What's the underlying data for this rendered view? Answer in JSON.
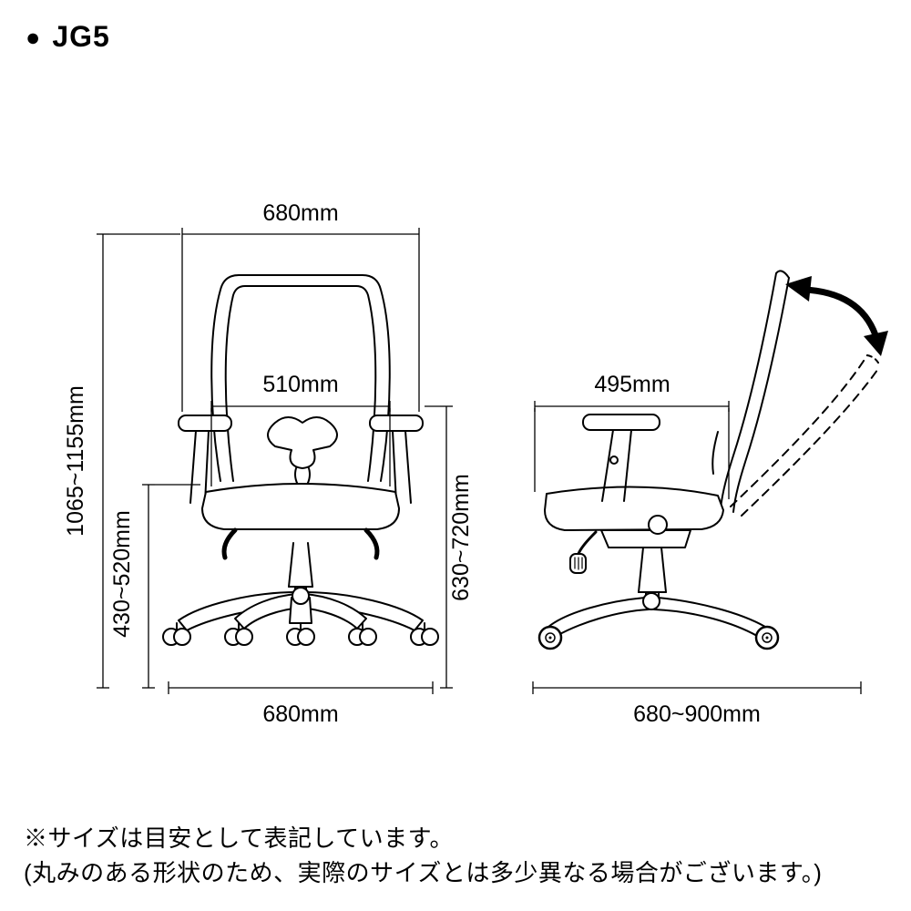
{
  "header": {
    "bullet": "●",
    "model": "JG5"
  },
  "front_view": {
    "dims": {
      "top_width": "680mm",
      "seat_width": "510mm",
      "overall_height": "1065~1155mm",
      "seat_height": "430~520mm",
      "arm_height": "630~720mm",
      "base_width": "680mm"
    }
  },
  "side_view": {
    "dims": {
      "seat_depth": "495mm",
      "base_depth": "680~900mm"
    }
  },
  "footnote": {
    "line1": "※サイズは目安として表記しています。",
    "line2": "(丸みのある形状のため、実際のサイズとは多少異なる場合がございます。)"
  },
  "colors": {
    "line": "#000000",
    "background": "#ffffff"
  }
}
